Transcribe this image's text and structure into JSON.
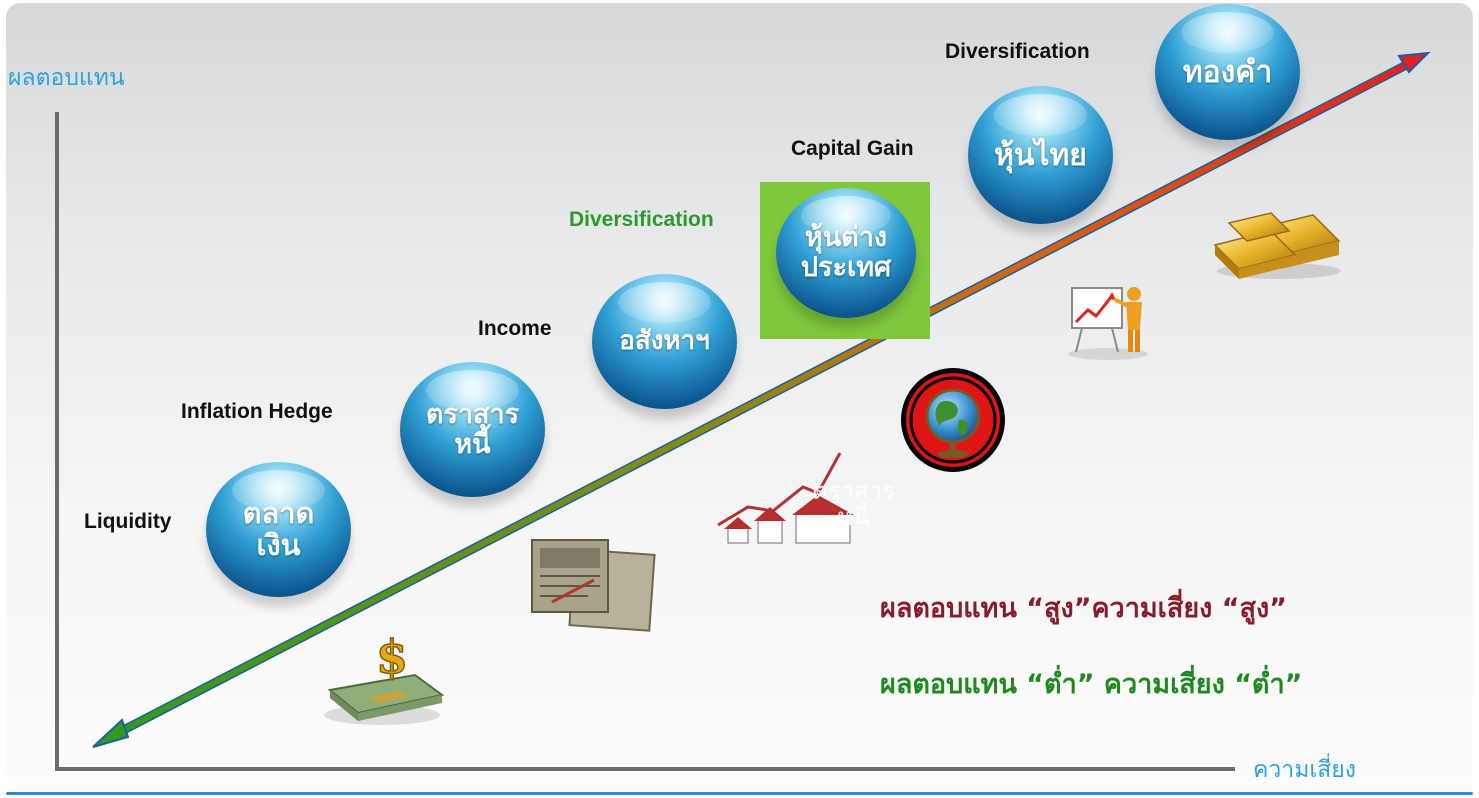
{
  "axes": {
    "y_label": "ผลตอบแทน",
    "x_label": "ความเสี่ยง"
  },
  "assets": [
    {
      "sphere_text": "ตลาด\nเงิน",
      "label": "Liquidity",
      "label_color": "#111111"
    },
    {
      "sphere_text": "ตราสาร\nหนี้",
      "label": "Inflation Hedge",
      "label_color": "#111111"
    },
    {
      "sphere_text": "อสังหาฯ",
      "label": "Income",
      "label_color": "#111111"
    },
    {
      "sphere_text": "หุ้นต่าง\nประเทศ",
      "label": "Diversification",
      "label_color": "#2a9a2a"
    },
    {
      "sphere_text": "หุ้นไทย",
      "label": "Capital Gain",
      "label_color": "#111111"
    },
    {
      "sphere_text": "ทองคำ",
      "label": "Diversification",
      "label_color": "#111111"
    }
  ],
  "ghost_text": "ตราสาร\nหนี้",
  "statements": {
    "high": "ผลตอบแทน “สูง”ความเสี่ยง “สูง”",
    "low": "ผลตอบแทน “ต่ำ” ความเสี่ยง “ต่ำ”"
  },
  "colors": {
    "axis_label": "#2aa3e0",
    "high_statement": "#8b1a2b",
    "low_statement": "#1e8a1e",
    "arrow_low": "#2e9a1e",
    "arrow_high": "#e02020",
    "axis_line": "#6b6b6b"
  },
  "icons": [
    "money-stack-icon",
    "bond-certificates-icon",
    "houses-chart-icon",
    "globe-icon",
    "presenter-chart-icon",
    "gold-bars-icon"
  ]
}
